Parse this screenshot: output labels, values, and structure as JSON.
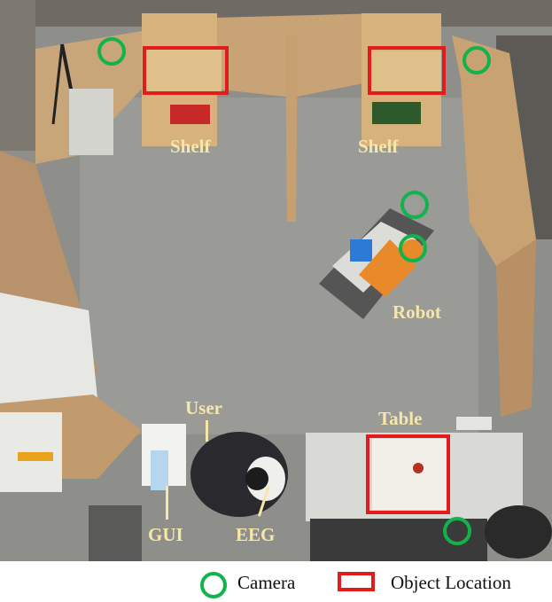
{
  "labels": {
    "shelf_left": "Shelf",
    "shelf_right": "Shelf",
    "robot": "Robot",
    "user": "User",
    "table": "Table",
    "gui": "GUI",
    "eeg": "EEG"
  },
  "legend": {
    "camera": "Camera",
    "object_location": "Object Location"
  },
  "colors": {
    "camera_marker": "#12b34a",
    "object_marker": "#e21b1b",
    "label_text": "#f6e7a8"
  }
}
